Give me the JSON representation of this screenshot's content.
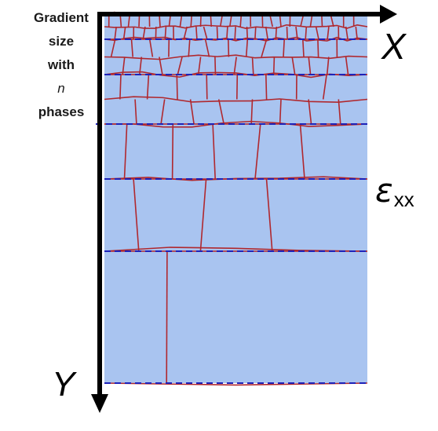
{
  "labels": {
    "gradient": [
      "Gradient",
      "size",
      "with",
      "n",
      "phases"
    ],
    "x_axis": "X",
    "y_axis": "Y",
    "strain_symbol": "ε",
    "strain_subscript": "xx"
  },
  "colors": {
    "grain_fill": "#a9c4f0",
    "grain_boundary": "#b0282e",
    "phase_line": "#1e22b8",
    "axis": "#000000"
  },
  "phases": {
    "count": 7
  }
}
